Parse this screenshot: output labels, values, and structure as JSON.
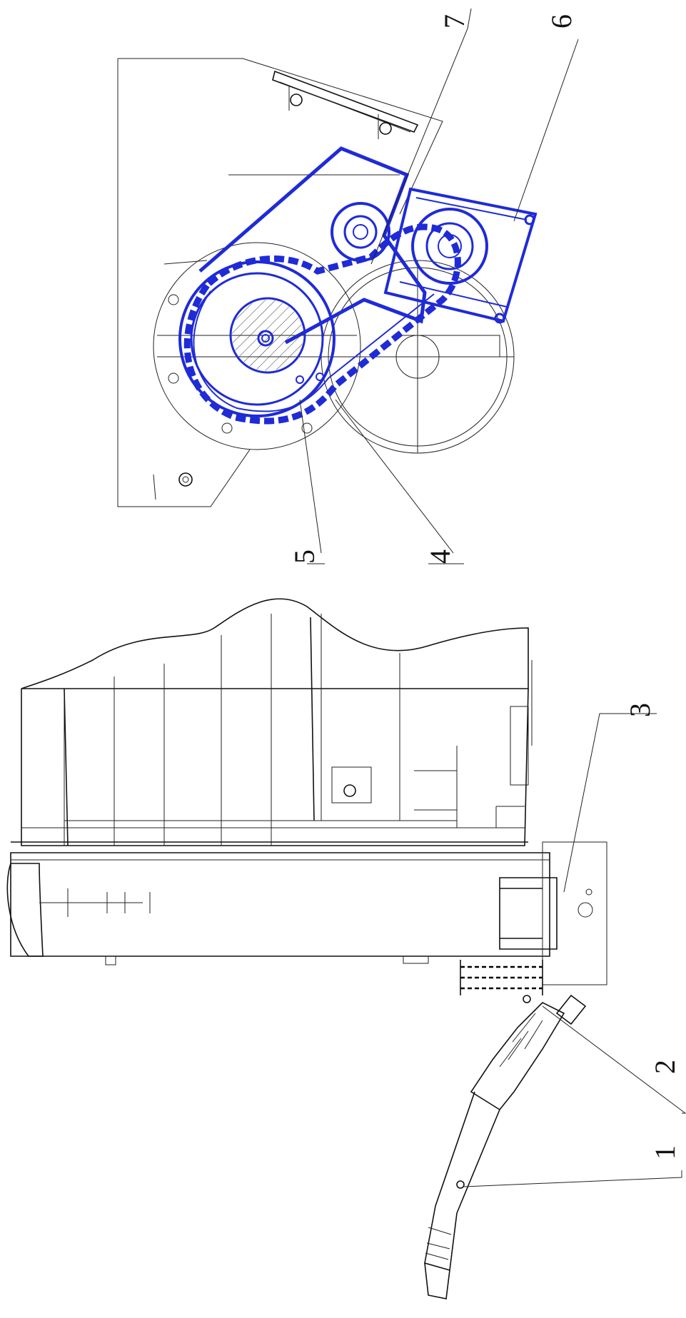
{
  "colors": {
    "drive_chain": "#1f2bd6",
    "outline": "#111111",
    "background": "#ffffff"
  },
  "callouts": [
    {
      "id": "1",
      "label": "1"
    },
    {
      "id": "2",
      "label": "2"
    },
    {
      "id": "3",
      "label": "3"
    },
    {
      "id": "4",
      "label": "4"
    },
    {
      "id": "5",
      "label": "5"
    },
    {
      "id": "6",
      "label": "6"
    },
    {
      "id": "7",
      "label": "7"
    }
  ]
}
